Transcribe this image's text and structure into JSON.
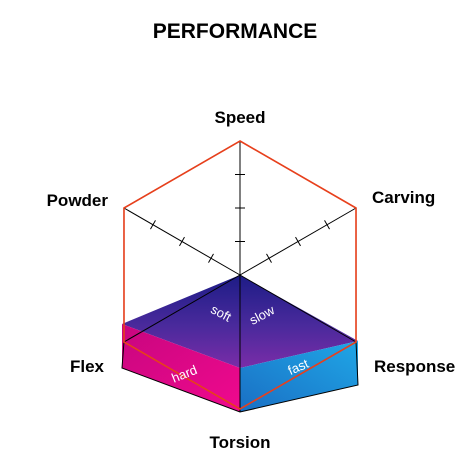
{
  "chart_data": {
    "type": "radar",
    "title": "PERFORMANCE",
    "axes": [
      "Speed",
      "Carving",
      "Response",
      "Torsion",
      "Flex",
      "Powder"
    ],
    "scale": {
      "min": 0,
      "max": 4
    },
    "series": [
      {
        "values": [
          4,
          4,
          4,
          4,
          4,
          4
        ],
        "color": "#e8401c"
      }
    ],
    "zones": [
      {
        "label": "soft",
        "axis": "Flex"
      },
      {
        "label": "slow",
        "axis": "Response"
      },
      {
        "label": "hard",
        "axis": "Flex"
      },
      {
        "label": "fast",
        "axis": "Response"
      }
    ],
    "colors": {
      "series_line": "#e8401c",
      "zone_purple": "#2b1f8e",
      "zone_magenta": "#e0058a",
      "zone_blue": "#1a8fd6"
    }
  }
}
